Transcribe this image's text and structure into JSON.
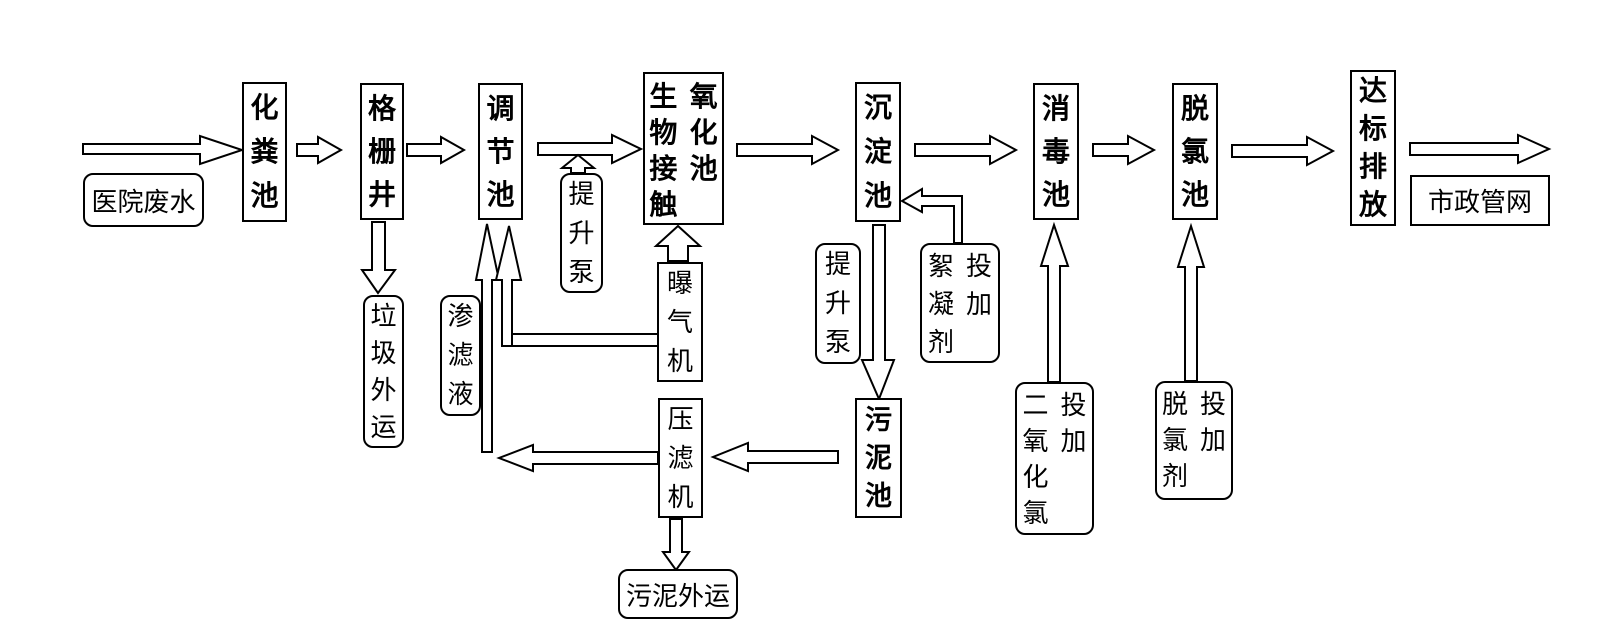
{
  "diagram": {
    "description": "医院废水处理工艺流程图",
    "colors": {
      "background": "#ffffff",
      "line": "#000000",
      "text": "#000000",
      "box_fill": "#ffffff"
    },
    "nodes": {
      "hospital_wastewater": {
        "label": "医院废水"
      },
      "septic_tank": {
        "label": "化粪池"
      },
      "grille_well": {
        "label": "格栅井"
      },
      "garbage_out": {
        "label": "垃圾外运"
      },
      "regulating_tank": {
        "label": "调节池"
      },
      "leachate": {
        "label": "渗滤液"
      },
      "lift_pump_1": {
        "label": "提升泵"
      },
      "bio_contact_oxidation_tank": {
        "label": "生物接触氧化池",
        "col_left": "生物接触",
        "col_right": "氧化池"
      },
      "aerator": {
        "label": "曝气机"
      },
      "filter_press": {
        "label": "压滤机"
      },
      "sludge_out": {
        "label": "污泥外运"
      },
      "sedimentation_tank": {
        "label": "沉淀池"
      },
      "lift_pump_2": {
        "label": "提升泵"
      },
      "flocculant_dosing": {
        "label": "投加絮凝剂",
        "col_left": "絮凝剂",
        "col_right": "投加"
      },
      "sludge_tank": {
        "label": "污泥池"
      },
      "disinfection_tank": {
        "label": "消毒池"
      },
      "chlorine_dioxide_dosing": {
        "label": "投加二氧化氯",
        "col_left": "二氧化氯",
        "col_right": "投加"
      },
      "dechlorination_tank": {
        "label": "脱氯池"
      },
      "dechlorination_agent_dosing": {
        "label": "投加脱氯剂",
        "col_left": "脱氯剂",
        "col_right": "投加"
      },
      "discharge": {
        "label": "达标排放"
      },
      "municipal_network": {
        "label": "市政管网"
      }
    },
    "edges": [
      {
        "from": "hospital_wastewater",
        "to": "septic_tank"
      },
      {
        "from": "septic_tank",
        "to": "grille_well"
      },
      {
        "from": "grille_well",
        "to": "regulating_tank"
      },
      {
        "from": "grille_well",
        "to": "garbage_out"
      },
      {
        "from": "regulating_tank",
        "to": "bio_contact_oxidation_tank",
        "via": "lift_pump_1"
      },
      {
        "from": "leachate",
        "to": "regulating_tank"
      },
      {
        "from": "aerator",
        "to": "bio_contact_oxidation_tank"
      },
      {
        "from": "aerator",
        "to": "regulating_tank"
      },
      {
        "from": "bio_contact_oxidation_tank",
        "to": "sedimentation_tank"
      },
      {
        "from": "flocculant_dosing",
        "to": "sedimentation_tank"
      },
      {
        "from": "sedimentation_tank",
        "to": "sludge_tank",
        "via": "lift_pump_2"
      },
      {
        "from": "sludge_tank",
        "to": "filter_press"
      },
      {
        "from": "filter_press",
        "to": "regulating_tank"
      },
      {
        "from": "filter_press",
        "to": "sludge_out"
      },
      {
        "from": "sedimentation_tank",
        "to": "disinfection_tank"
      },
      {
        "from": "chlorine_dioxide_dosing",
        "to": "disinfection_tank"
      },
      {
        "from": "disinfection_tank",
        "to": "dechlorination_tank"
      },
      {
        "from": "dechlorination_agent_dosing",
        "to": "dechlorination_tank"
      },
      {
        "from": "dechlorination_tank",
        "to": "discharge"
      },
      {
        "from": "discharge",
        "to": "municipal_network"
      }
    ]
  }
}
